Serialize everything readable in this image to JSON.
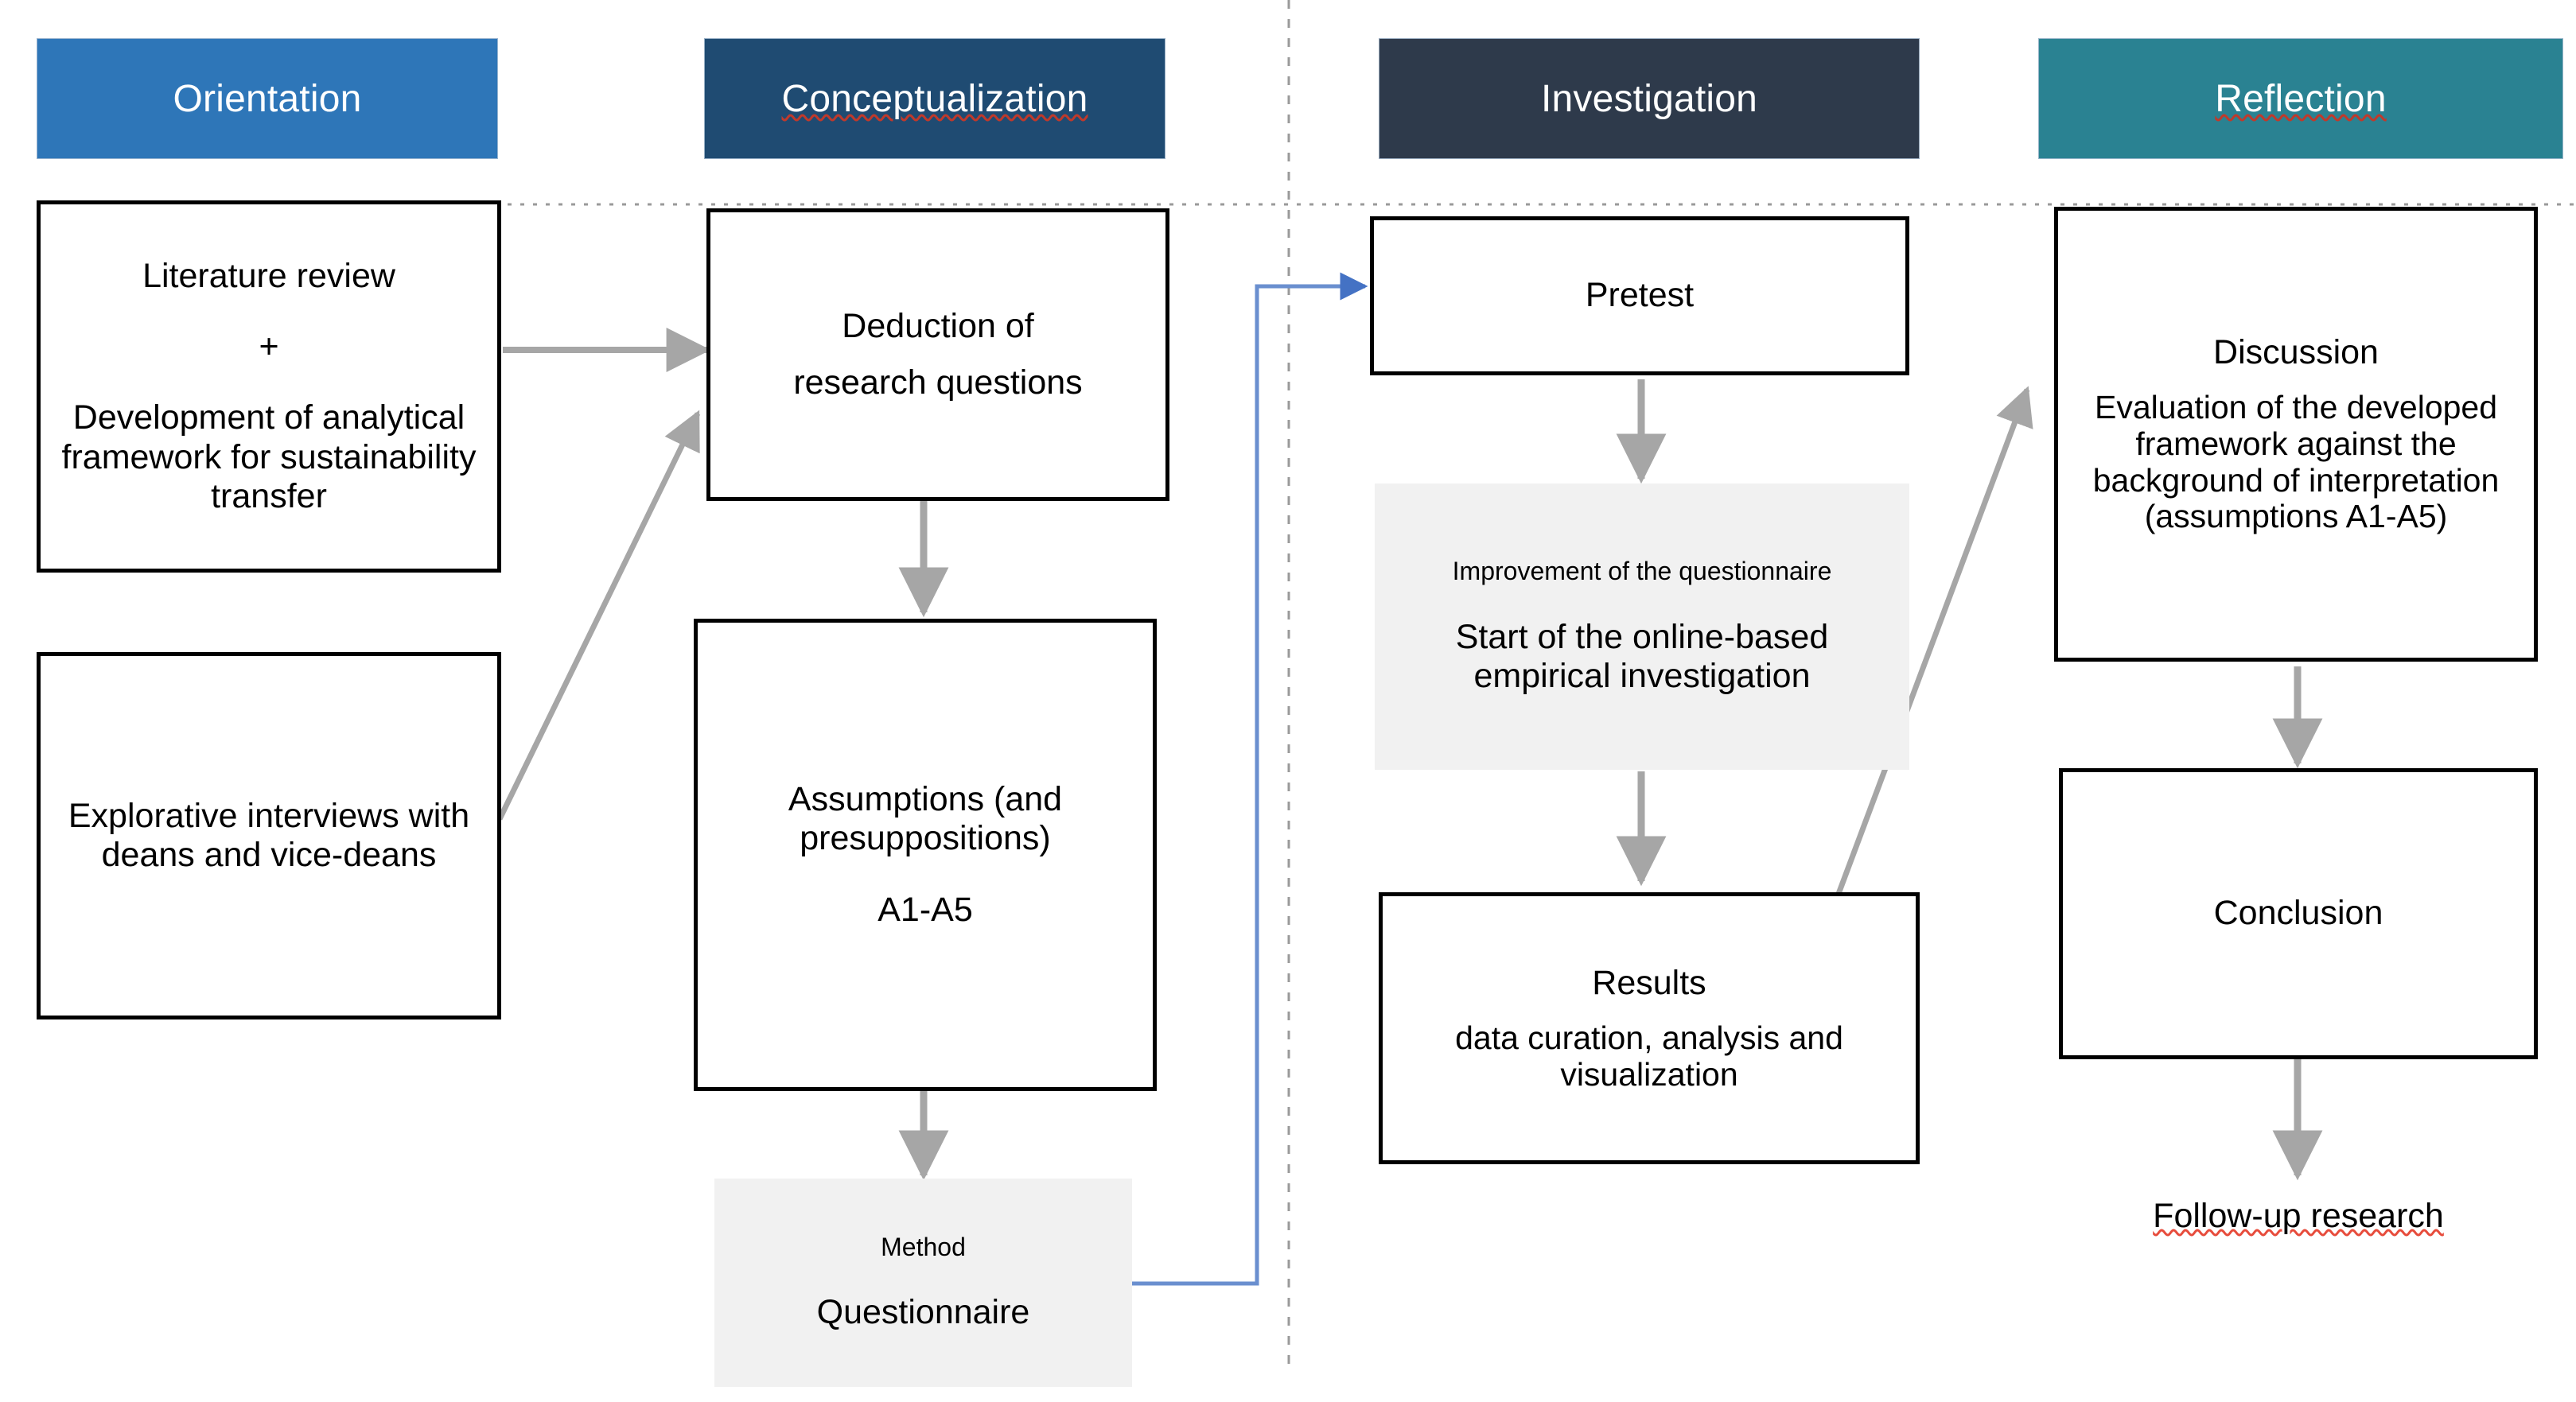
{
  "diagram": {
    "title": "Research process flow diagram",
    "colors": {
      "orientation": "#2E76B8",
      "conceptualization": "#1F4B72",
      "investigation": "#2E3A4B",
      "reflection": "#2A8292",
      "box_border": "#000000",
      "shaded_fill": "#F1F1F1",
      "arrow_gray": "#A6A6A6",
      "arrow_blue": "#6A8FCF",
      "divider_dotted": "#9A9A9A",
      "spellcheck": "#E74C3C"
    },
    "phases": [
      {
        "id": "orientation",
        "label": "Orientation",
        "spellcheck": false
      },
      {
        "id": "conceptualization",
        "label": "Conceptualization",
        "spellcheck": true
      },
      {
        "id": "investigation",
        "label": "Investigation",
        "spellcheck": false
      },
      {
        "id": "reflection",
        "label": "Reflection",
        "spellcheck": true
      }
    ],
    "nodes": {
      "literature_review": {
        "line1": "Literature review",
        "line2": "+",
        "line3": "Development of analytical framework for sustainability transfer"
      },
      "explorative_interviews": {
        "line1": "Explorative interviews with deans and vice-deans"
      },
      "deduction": {
        "line1": "Deduction of",
        "line2": "research questions"
      },
      "assumptions": {
        "line1": "Assumptions (and presuppositions)",
        "line2": "A1-A5"
      },
      "method": {
        "line1": "Method",
        "line2": "Questionnaire"
      },
      "pretest": {
        "line1": "Pretest"
      },
      "improvement": {
        "line1": "Improvement of the questionnaire",
        "line2": "Start of the online-based empirical investigation"
      },
      "results": {
        "line1": "Results",
        "line2": "data curation, analysis and visualization"
      },
      "discussion": {
        "line1": "Discussion",
        "line2": "Evaluation of the developed framework against the background of interpretation (assumptions A1-A5)"
      },
      "conclusion": {
        "line1": "Conclusion"
      },
      "follow_up": {
        "line1": "Follow-up research",
        "spellcheck": true
      }
    },
    "connectors": [
      {
        "id": "literature-to-deduction",
        "from": "literature_review",
        "to": "deduction",
        "style": "gray-straight"
      },
      {
        "id": "interviews-to-deduction",
        "from": "explorative_interviews",
        "to": "deduction",
        "style": "gray-diagonal"
      },
      {
        "id": "deduction-to-assumptions",
        "from": "deduction",
        "to": "assumptions",
        "style": "gray-straight"
      },
      {
        "id": "assumptions-to-method",
        "from": "assumptions",
        "to": "method",
        "style": "gray-straight"
      },
      {
        "id": "method-to-pretest",
        "from": "method",
        "to": "pretest",
        "style": "blue-elbow"
      },
      {
        "id": "pretest-to-improvement",
        "from": "pretest",
        "to": "improvement",
        "style": "gray-straight"
      },
      {
        "id": "improvement-to-results",
        "from": "improvement",
        "to": "results",
        "style": "gray-straight"
      },
      {
        "id": "results-to-discussion",
        "from": "results",
        "to": "discussion",
        "style": "gray-diagonal"
      },
      {
        "id": "discussion-to-conclusion",
        "from": "discussion",
        "to": "conclusion",
        "style": "gray-straight"
      },
      {
        "id": "conclusion-to-followup",
        "from": "conclusion",
        "to": "follow_up",
        "style": "gray-straight"
      }
    ]
  }
}
